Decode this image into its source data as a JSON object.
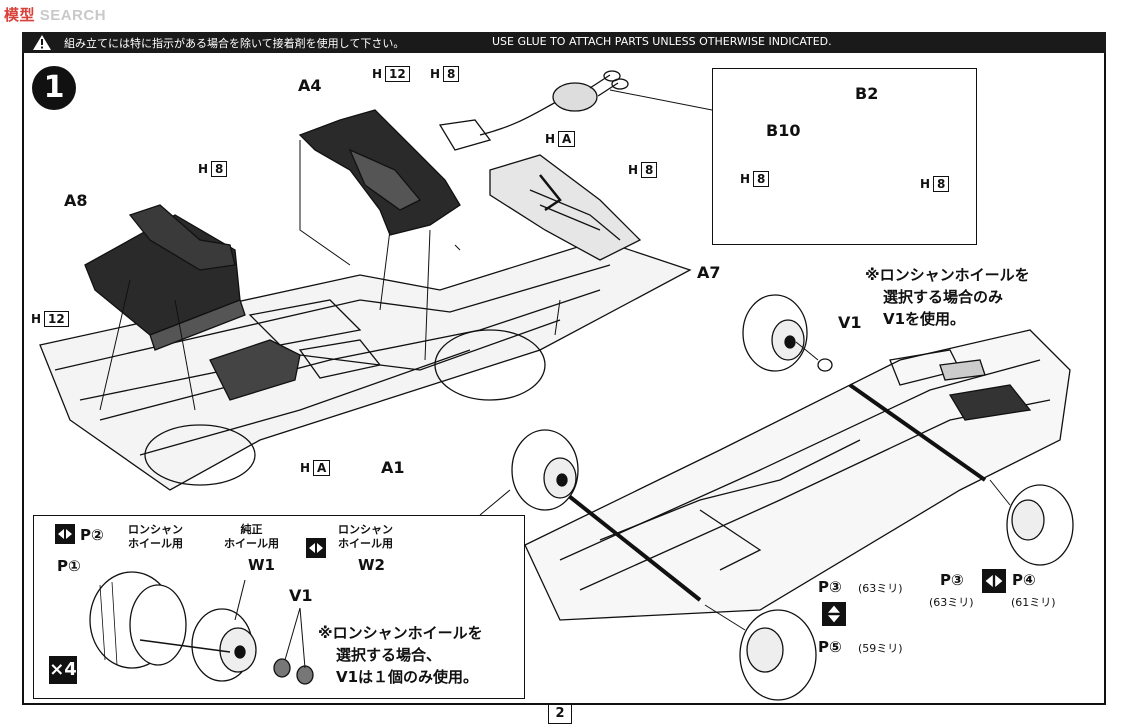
{
  "watermark": {
    "a": "模型",
    "b": "SEARCH"
  },
  "header": {
    "jp": "組み立てには特に指示がある場合を除いて接着剤を使用して下さい。",
    "en": "USE GLUE TO ATTACH PARTS UNLESS OTHERWISE INDICATED."
  },
  "step": "1",
  "parts": {
    "a4": "A4",
    "a8": "A8",
    "a7": "A7",
    "a1": "A1",
    "b2": "B2",
    "b10": "B10",
    "v1_top": "V1",
    "v1_box": "V1"
  },
  "glue_labels": {
    "h": "H",
    "h12_top": "12",
    "h8_top": "8",
    "ha_top": "A",
    "h8_a7": "8",
    "h8_left": "8",
    "h12_left": "12",
    "ha_bottom": "A",
    "h8_inset_left": "8",
    "h8_inset_right": "8"
  },
  "note_top": [
    "※ロンシャンホイールを",
    "選択する場合のみ",
    "V1を使用。"
  ],
  "note_box": [
    "※ロンシャンホイールを",
    "選択する場合、",
    "V1は１個のみ使用。"
  ],
  "tire_box": {
    "p2": "P②",
    "p2_caption": [
      "ロンシャン",
      "ホイール用"
    ],
    "w1_caption": [
      "純正",
      "ホイール用"
    ],
    "w1": "W1",
    "w2_caption": [
      "ロンシャン",
      "ホイール用"
    ],
    "w2": "W2",
    "p1": "P①",
    "count": "×4"
  },
  "tires": {
    "p3_right": "P③",
    "p3_right_mm": "(63ミリ)",
    "p4": "P④",
    "p4_mm": "(61ミリ)",
    "p3_center": "P③",
    "p3_center_mm": "(63ミリ)",
    "p5": "P⑤",
    "p5_mm": "(59ミリ)"
  },
  "page_number": "2"
}
